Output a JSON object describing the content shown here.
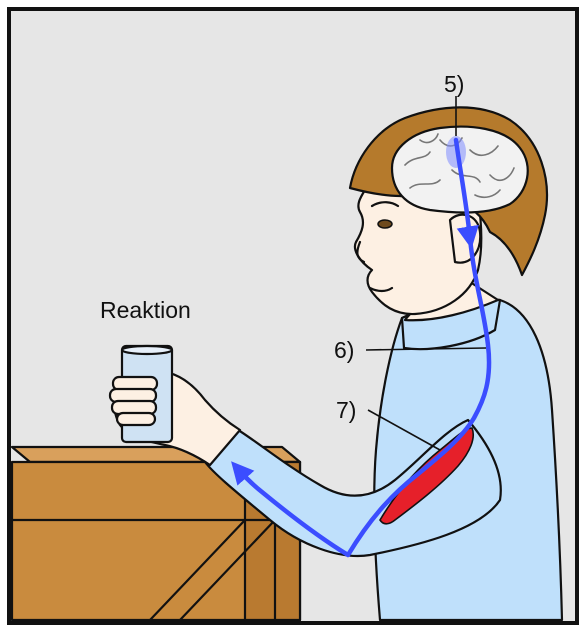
{
  "labels": {
    "title": "Reaktion",
    "brain_label": "5)",
    "nerve_label": "6)",
    "muscle_label": "7)"
  },
  "colors": {
    "background": "#e6e6e6",
    "border": "#111111",
    "nerve": "#3b4dff",
    "brain": "#f2f2f2",
    "hair": "#b57a2c",
    "skin": "#fdf0e3",
    "shirt": "#bfe0fb",
    "muscle": "#e6202a",
    "table": "#c98b3e",
    "glass": "#cfe2f3"
  }
}
